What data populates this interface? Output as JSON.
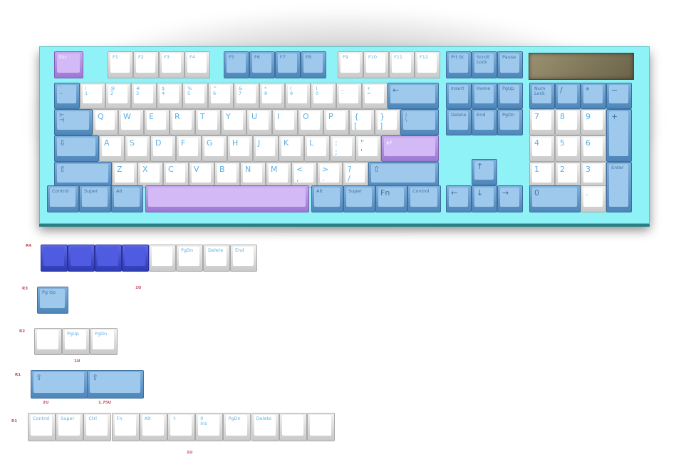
{
  "keyboard": {
    "function_row": {
      "esc": "Esc",
      "f_keys": [
        "F1",
        "F2",
        "F3",
        "F4",
        "F5",
        "F6",
        "F7",
        "F8",
        "F9",
        "F10",
        "F11",
        "F12"
      ],
      "print_screen": "Prt Sc",
      "scroll_lock": "Scroll\nLock",
      "pause": "Pause"
    },
    "number_row": {
      "keys": [
        "`\n~",
        "!\n1",
        "@\n2",
        "#\n3",
        "$\n4",
        "%\n5",
        "^\n6",
        "&\n7",
        "*\n8",
        "(\n9",
        ")\n0",
        "_\n-",
        "+\n="
      ],
      "backspace": "←"
    },
    "top_row": {
      "tab": "|←\n→|",
      "keys": [
        "Q",
        "W",
        "E",
        "R",
        "T",
        "Y",
        "U",
        "I",
        "O",
        "P",
        "{\n[",
        "}\n]"
      ],
      "backslash": "|\n\\"
    },
    "home_row": {
      "caps": "⇩",
      "keys": [
        "A",
        "S",
        "D",
        "F",
        "G",
        "H",
        "J",
        "K",
        "L",
        ":\n;",
        "\"\n'"
      ],
      "enter": "↵"
    },
    "bottom_row": {
      "shift_left": "⇧",
      "keys": [
        "Z",
        "X",
        "C",
        "V",
        "B",
        "N",
        "M",
        "<\n,",
        ">\n.",
        "?\n/"
      ],
      "shift_right": "⇧"
    },
    "mod_row": {
      "control_left": "Control",
      "super_left": "Super",
      "alt_left": "Alt",
      "alt_right": "Alt",
      "super_right": "Super",
      "fn": "Fn",
      "control_right": "Control"
    },
    "nav_cluster": {
      "insert": "Insert",
      "home": "Home",
      "page_up": "PgUp",
      "delete": "Delete",
      "end": "End",
      "page_down": "PgDn"
    },
    "arrows": {
      "up": "↑",
      "left": "←",
      "down": "↓",
      "right": "→"
    },
    "numpad": {
      "num_lock": "Num\nLock",
      "divide": "/",
      "multiply": "*",
      "minus": "−",
      "plus": "+",
      "enter": "Enter",
      "digits": [
        "7",
        "8",
        "9",
        "4",
        "5",
        "6",
        "1",
        "2",
        "3",
        "0"
      ],
      "decimal": "."
    }
  },
  "extras": {
    "r4": {
      "label": "R4",
      "keys": [
        "",
        "",
        "",
        "",
        "",
        "PgDn",
        "Delete",
        "End"
      ],
      "size_label": "1U"
    },
    "r3": {
      "label": "R3",
      "keys": [
        "Pg Up"
      ]
    },
    "r2": {
      "label": "R2",
      "keys": [
        "",
        "PgUp",
        "PgDn"
      ],
      "size_label": "1U"
    },
    "r1_shifts": {
      "label": "R1",
      "keys": [
        "⇧",
        "⇧"
      ],
      "size_labels": [
        "2U",
        "1.75U"
      ]
    },
    "r1_row": {
      "label": "R1",
      "keys": [
        "Control",
        "Super",
        "Ctrl",
        "Fn",
        "Alt",
        "⇧",
        "0\nIns",
        "PgDn",
        "Delete",
        "",
        ""
      ],
      "size_label": "1U"
    }
  },
  "colors": {
    "case": "#8ef2f6",
    "white_key": "#ffffff",
    "blue_key": "#9ec8ec",
    "purple_key": "#d3b9f5",
    "dark_blue_key": "#4f5be0",
    "legend_blue": "#5ab2e8",
    "label_red": "#c2485a"
  }
}
